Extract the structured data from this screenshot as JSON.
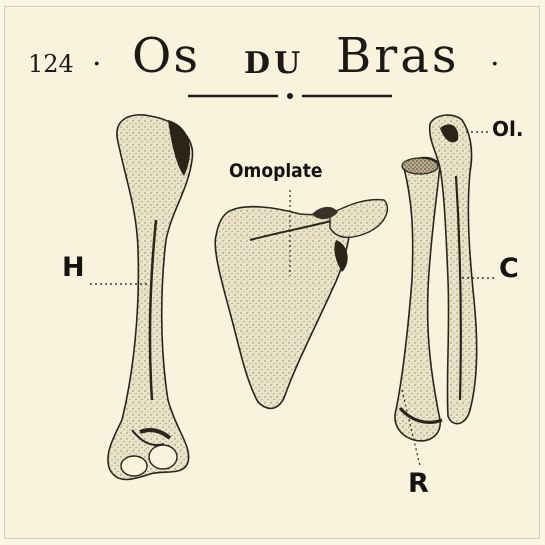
{
  "plate": {
    "number": "124",
    "title_word1": "Os",
    "title_word2": "DU",
    "title_word3": "Bras",
    "separator": "."
  },
  "labels": {
    "humerus": "H",
    "scapula": "Omoplate",
    "olecranon": "Ol.",
    "ulna": "C",
    "radius": "R"
  },
  "colors": {
    "paper": "#f9f2dc",
    "ink": "#1d1915"
  }
}
